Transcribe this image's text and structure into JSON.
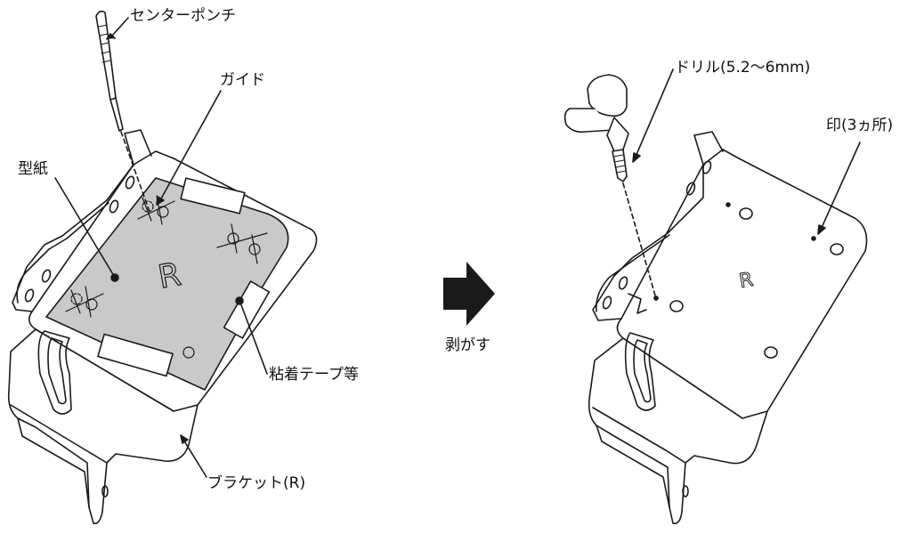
{
  "labels": {
    "center_punch": "センターポンチ",
    "guide": "ガイド",
    "template": "型紙",
    "adhesive_tape": "粘着テープ等",
    "bracket_r": "ブラケット(R)",
    "peel": "剥がす",
    "drill": "ドリル(5.2〜6mm)",
    "marks": "印(3ヵ所)",
    "template_letter": "R",
    "bracket_letter": "R"
  },
  "colors": {
    "line": "#1a1a1a",
    "template_fill": "#c9c9c9",
    "tape_fill": "#ffffff",
    "arrow_fill": "#1a1a1a",
    "background": "#ffffff"
  },
  "icons": {
    "process_arrow": "arrow-right-icon"
  }
}
